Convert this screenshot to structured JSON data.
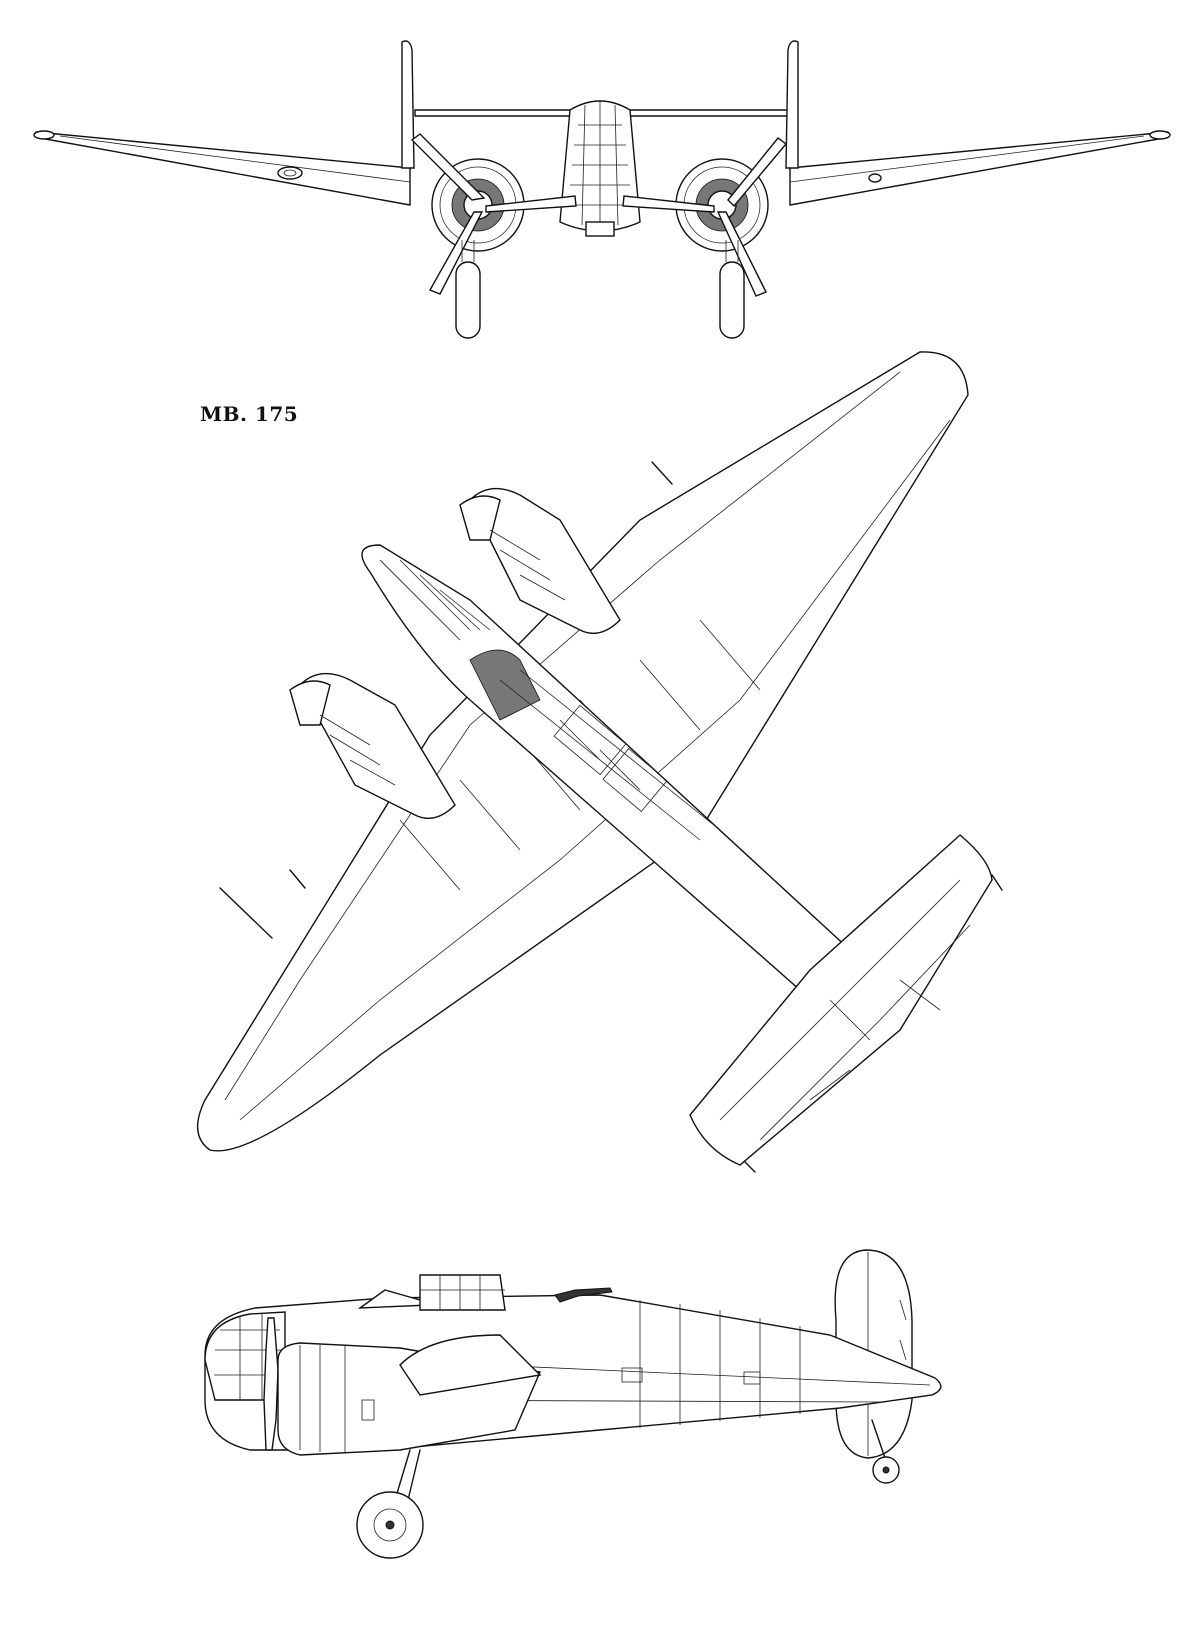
{
  "drawing": {
    "title": "MB. 175",
    "views": [
      "front-view",
      "top-view",
      "side-view"
    ]
  }
}
